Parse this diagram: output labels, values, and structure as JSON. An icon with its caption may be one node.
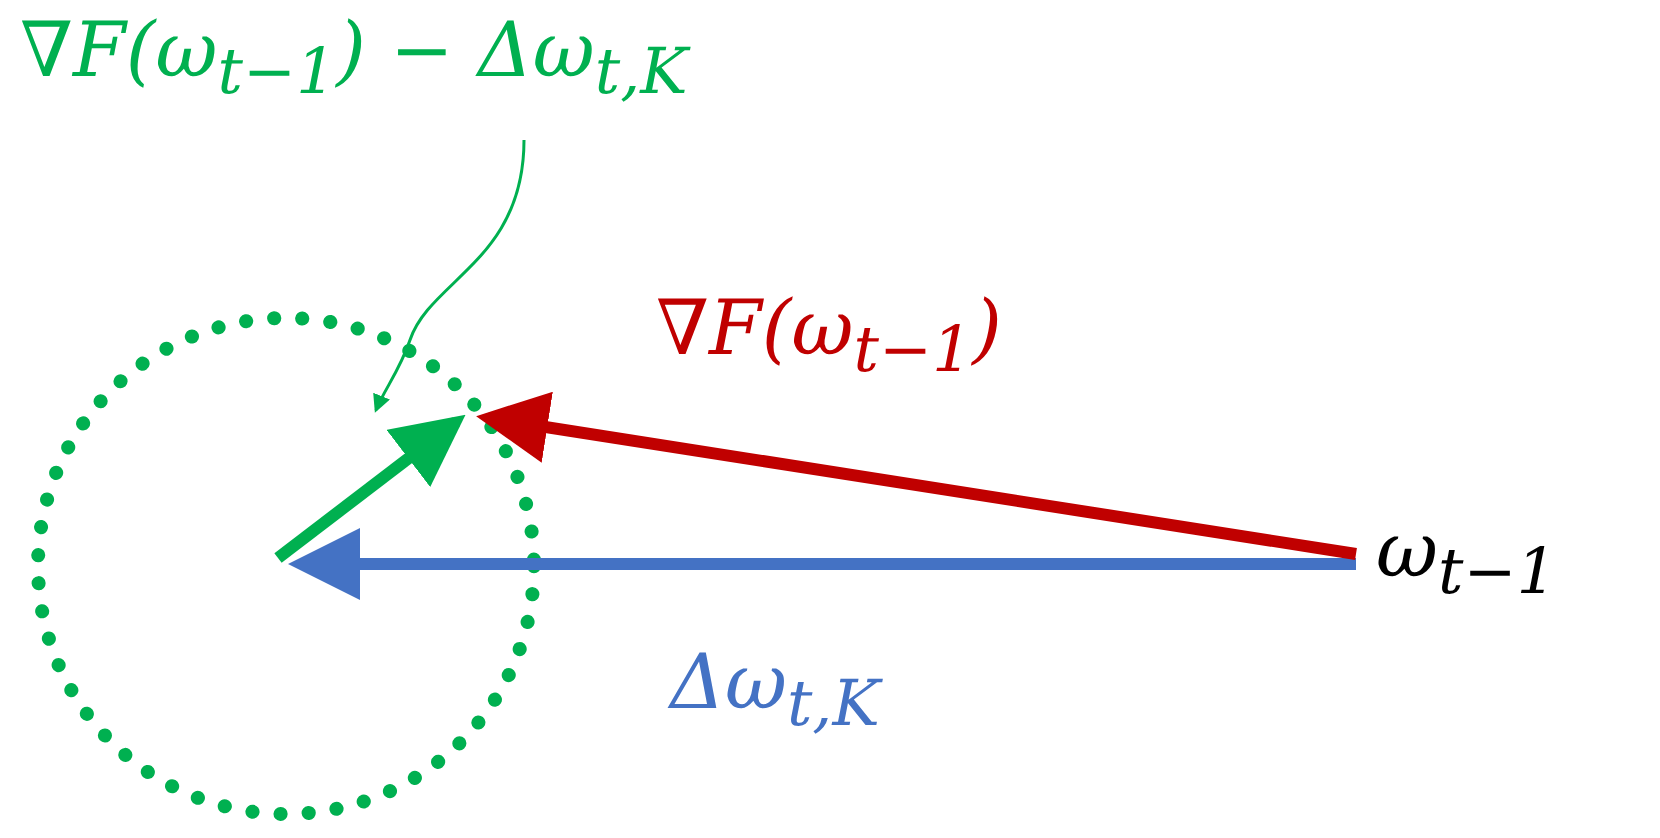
{
  "diagram": {
    "nodes": [
      {
        "text": [],
        "shape": "circle"
      },
      {
        "text": [
          "ω$_{t−1}$"
        ]
      },
      {
        "text": [
          "∇F(ω$_{t−1}$) − Δω$_{t,K}$"
        ]
      },
      {
        "text": [],
        "shape": "arrow",
        "in": 0
      }
    ],
    "edges": [
      {
        "from": 1,
        "to": 3,
        "arrow": "to",
        "label": "Δω$_{t,K}$",
        "color": "#4472c4"
      },
      {
        "from": 1,
        "to": 3,
        "arrow": "to",
        "label": "∇F(ω$_{t−1}$)",
        "color": "#c00000"
      },
      {
        "from": 2,
        "to": 3,
        "arrow": "to",
        "color": "#00b050"
      }
    ]
  }
}
